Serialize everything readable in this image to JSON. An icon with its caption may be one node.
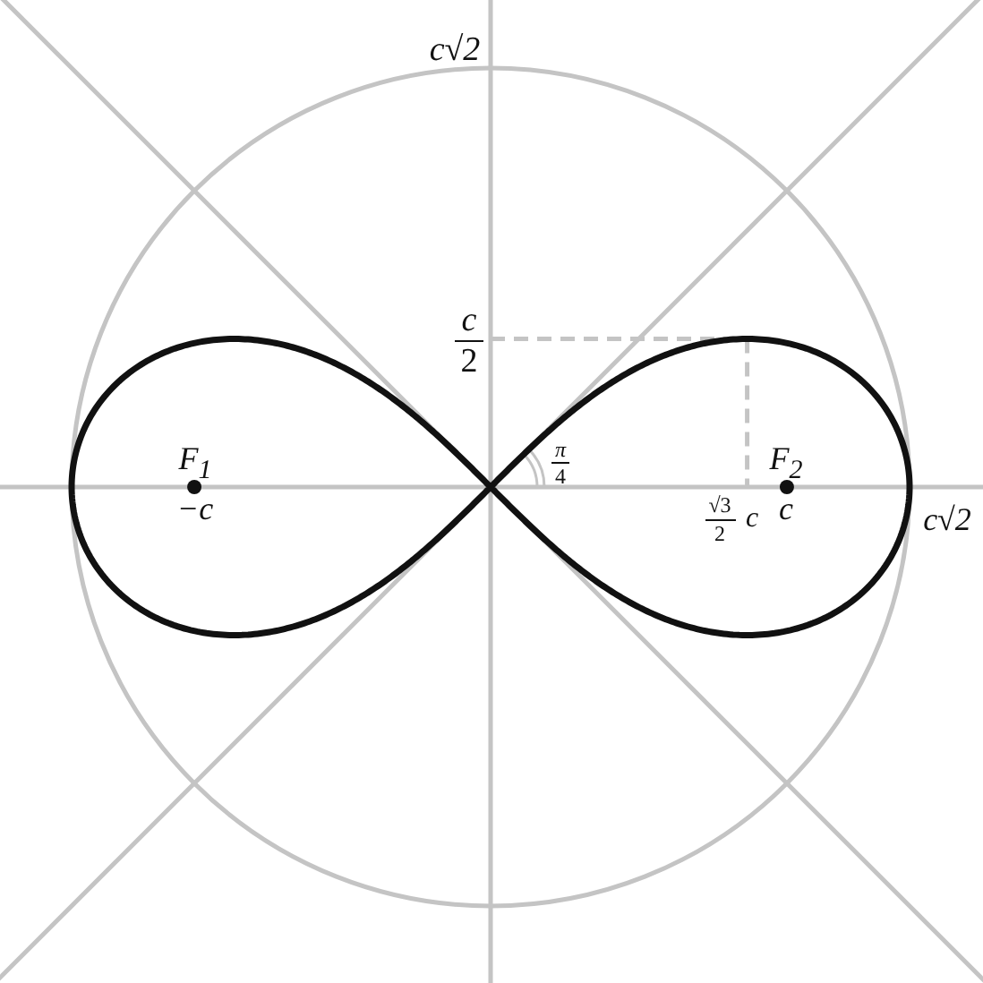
{
  "diagram": {
    "labels": [
      "c√2",
      "c",
      "2",
      "π",
      "4",
      "F$_{1}$",
      "−c",
      "F$_{2}$",
      "c",
      "√3",
      "2",
      "c",
      "c√2"
    ]
  }
}
